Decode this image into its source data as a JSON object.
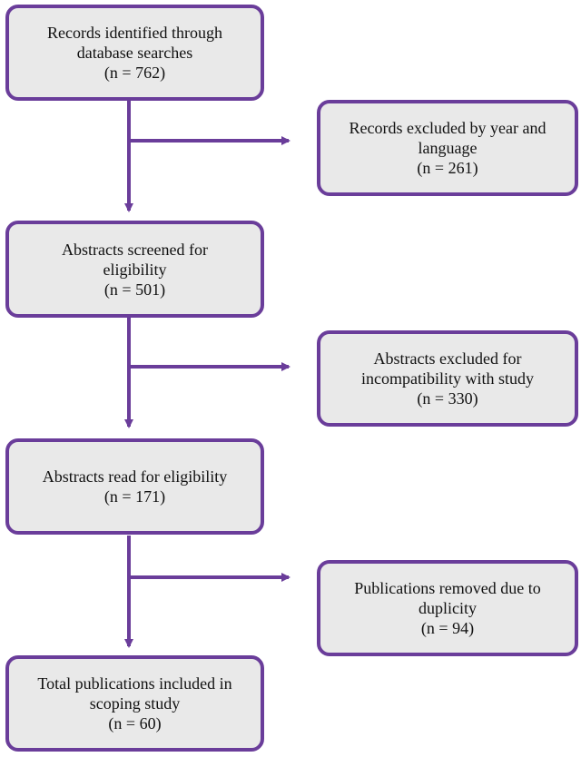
{
  "colors": {
    "stroke": "#6a3d9a",
    "box_fill": "#e9e9e9",
    "text": "#111111"
  },
  "boxes": {
    "b1": {
      "line1": "Records identified through",
      "line2": "database searches",
      "count": "(n = 762)"
    },
    "e1": {
      "line1": "Records excluded by year and",
      "line2": "language",
      "count": "(n = 261)"
    },
    "b2": {
      "line1": "Abstracts screened for",
      "line2": "eligibility",
      "count": "(n = 501)"
    },
    "e2": {
      "line1": "Abstracts excluded for",
      "line2": "incompatibility with study",
      "count": "(n = 330)"
    },
    "b3": {
      "line1": "Abstracts read for eligibility",
      "count": "(n = 171)"
    },
    "e3": {
      "line1": "Publications removed due to",
      "line2": "duplicity",
      "count": "(n = 94)"
    },
    "b4": {
      "line1": "Total publications included in",
      "line2": "scoping study",
      "count": "(n = 60)"
    }
  }
}
